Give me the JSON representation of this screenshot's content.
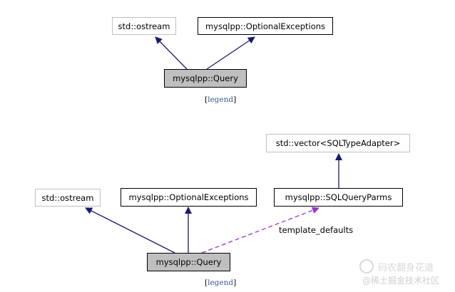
{
  "diagram1": {
    "nodes": {
      "ostream": "std::ostream",
      "optional_exceptions": "mysqlpp::OptionalExceptions",
      "query": "mysqlpp::Query"
    },
    "legend": {
      "open": "[",
      "link": "legend",
      "close": "]"
    }
  },
  "diagram2": {
    "nodes": {
      "vector": "std::vector<SQLTypeAdapter>",
      "ostream": "std::ostream",
      "optional_exceptions": "mysqlpp::OptionalExceptions",
      "sqlqueryparms": "mysqlpp::SQLQueryParms",
      "query": "mysqlpp::Query"
    },
    "edge_label": "template_defaults",
    "legend": {
      "open": "[",
      "link": "legend",
      "close": "]"
    }
  },
  "watermark": {
    "line1": "码农翻身花道",
    "line2": "@稀土掘金技术社区"
  },
  "colors": {
    "inherit_edge": "#191970",
    "usage_edge": "#9a32cd",
    "current_fill": "#bfbfbf",
    "external_border": "#bfbfbf",
    "legend_link": "#3d578c"
  }
}
